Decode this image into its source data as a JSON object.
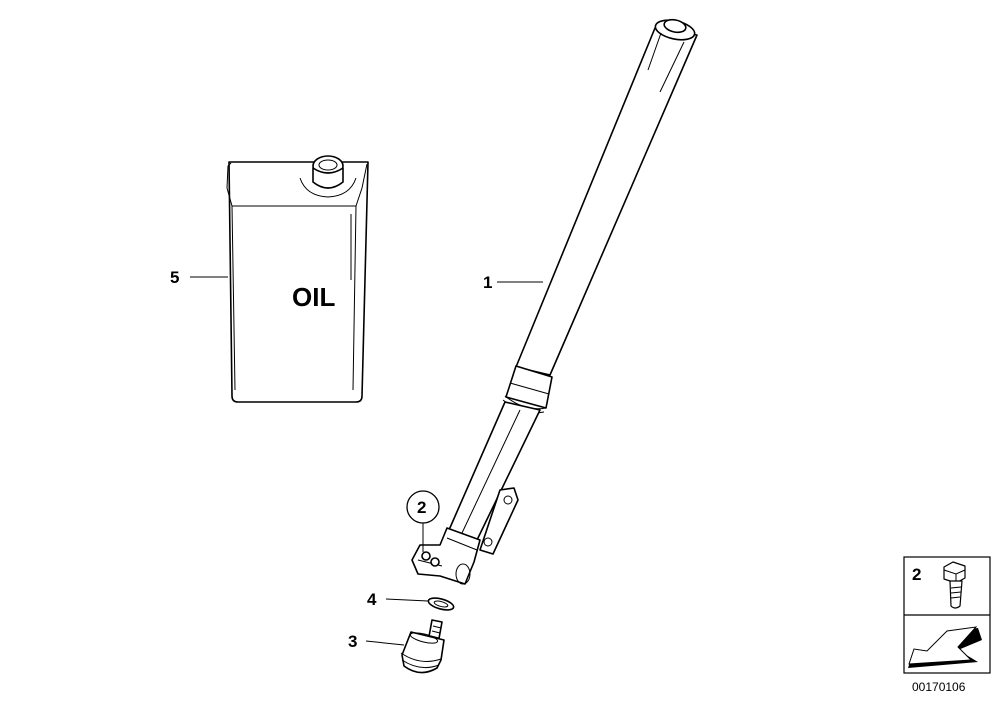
{
  "callouts": {
    "fork": "1",
    "bolt": "2",
    "plug": "3",
    "seal": "4",
    "oil_can": "5"
  },
  "oil_can_label": "OIL",
  "legend": {
    "item_number": "2"
  },
  "diagram_code": "00170106"
}
